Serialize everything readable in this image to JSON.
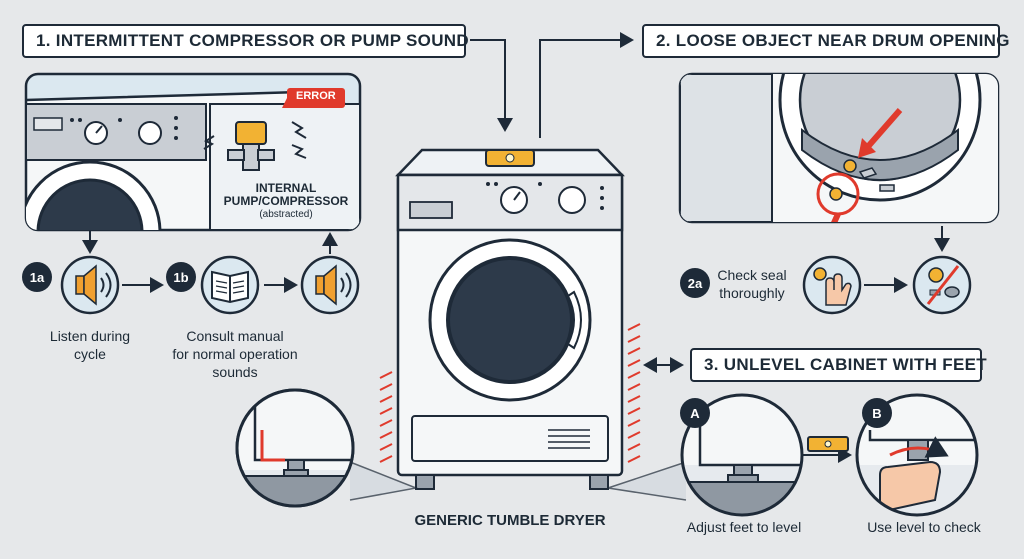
{
  "sections": {
    "s1": {
      "title": "1. INTERMITTENT COMPRESSOR OR PUMP SOUND"
    },
    "s2": {
      "title": "2. LOOSE OBJECT NEAR DRUM OPENING"
    },
    "s3": {
      "title": "3. UNLEVEL CABINET WITH FEET"
    }
  },
  "panel1": {
    "error_label": "ERROR",
    "component_label_1": "INTERNAL",
    "component_label_2": "PUMP/COMPRESSOR",
    "component_note": "(abstracted)"
  },
  "steps": {
    "step_1a": {
      "badge": "1a",
      "line1": "Listen during",
      "line2": "cycle"
    },
    "step_1b": {
      "badge": "1b",
      "line1": "Consult manual",
      "line2": "for normal operation",
      "line3": "sounds"
    },
    "step_2a": {
      "badge": "2a",
      "line1": "Check seal",
      "line2": "thoroughly"
    },
    "step_a": {
      "badge": "A",
      "label": "Adjust feet to level"
    },
    "step_b": {
      "badge": "B",
      "label": "Use level to check"
    }
  },
  "dryer": {
    "label": "GENERIC TUMBLE DRYER"
  },
  "colors": {
    "outline": "#1e2a38",
    "panel_bg": "#dbe8f0",
    "accent_red": "#e03a2c",
    "accent_yellow": "#f2b233",
    "speaker_orange": "#f0a030"
  },
  "icons": [
    "speaker-icon",
    "manual-book-icon",
    "error-icon",
    "level-icon",
    "hand-icon",
    "screw-icon",
    "rotate-arrow-icon"
  ]
}
